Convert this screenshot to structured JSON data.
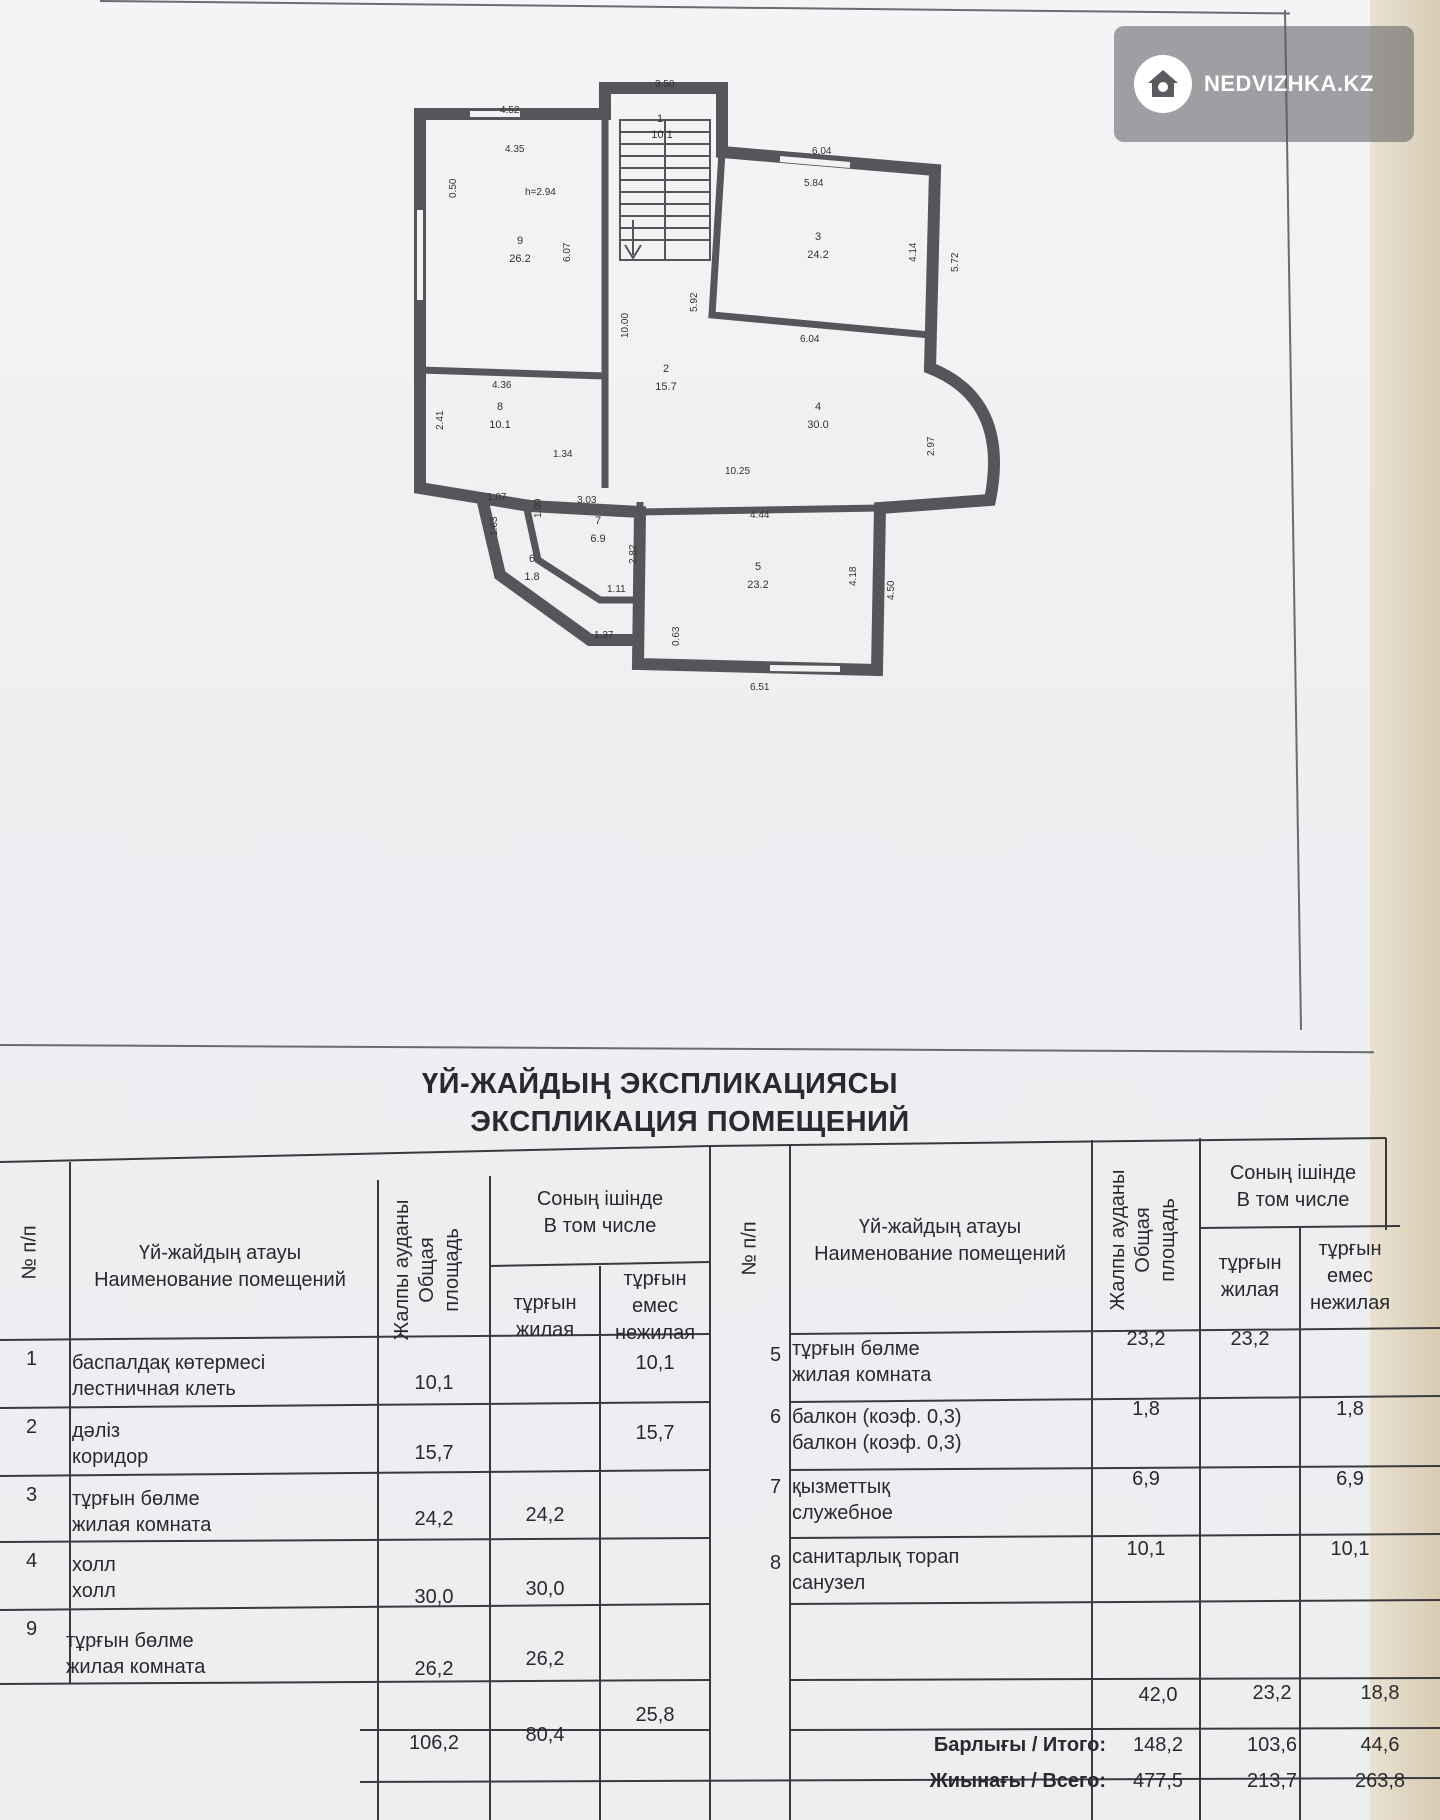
{
  "watermark": {
    "text": "NEDVIZHKA.KZ",
    "icon": "house-icon"
  },
  "plan": {
    "ceiling": "h=2.94",
    "rooms": [
      {
        "no": "1",
        "area": "10.1"
      },
      {
        "no": "2",
        "area": "15.7"
      },
      {
        "no": "3",
        "area": "24.2"
      },
      {
        "no": "4",
        "area": "30.0"
      },
      {
        "no": "5",
        "area": "23.2"
      },
      {
        "no": "6",
        "area": "1.8"
      },
      {
        "no": "7",
        "area": "6.9"
      },
      {
        "no": "8",
        "area": "10.1"
      },
      {
        "no": "9",
        "area": "26.2"
      }
    ],
    "dims": [
      "4.52",
      "3.50",
      "4.35",
      "6.04",
      "5.84",
      "0.50",
      "6.07",
      "4.14",
      "5.72",
      "5.92",
      "10.00",
      "6.04",
      "4.36",
      "2.41",
      "1.34",
      "2.97",
      "10.25",
      "1.07",
      "1.63",
      "1.09",
      "3.03",
      "2.82",
      "4.44",
      "4.18",
      "4.50",
      "1.11",
      "1.37",
      "0.63",
      "6.51"
    ]
  },
  "title_kz": "ҮЙ-ЖАЙДЫҢ ЭКСПЛИКАЦИЯСЫ",
  "title_ru": "ЭКСПЛИКАЦИЯ ПОМЕЩЕНИЙ",
  "headers": {
    "no": "№ п/п",
    "name_kz": "Үй-жайдың атауы",
    "name_ru": "Наименование помещений",
    "area_1": "Жалпы ауданы",
    "area_2": "Общая",
    "area_3": "площадь",
    "incl_kz": "Соның ішінде",
    "incl_ru": "В том числе",
    "liv_kz": "тұрғын",
    "liv_ru": "жилая",
    "nliv_kz1": "тұрғын",
    "nliv_kz2": "емес",
    "nliv_ru": "нежилая"
  },
  "left_rows": [
    {
      "no": "1",
      "kz": "баспалдақ көтермесі",
      "ru": "лестничная клеть",
      "total": "10,1",
      "living": "",
      "nonliving": "10,1"
    },
    {
      "no": "2",
      "kz": "дәліз",
      "ru": "коридор",
      "total": "15,7",
      "living": "",
      "nonliving": "15,7"
    },
    {
      "no": "3",
      "kz": "тұрғын бөлме",
      "ru": "жилая комната",
      "total": "24,2",
      "living": "24,2",
      "nonliving": ""
    },
    {
      "no": "4",
      "kz": "холл",
      "ru": "холл",
      "total": "30,0",
      "living": "30,0",
      "nonliving": ""
    },
    {
      "no": "9",
      "kz": "тұрғын бөлме",
      "ru": "жилая комната",
      "total": "26,2",
      "living": "26,2",
      "nonliving": ""
    }
  ],
  "left_sum": {
    "total": "106,2",
    "living": "80,4",
    "nonliving": "25,8"
  },
  "right_rows": [
    {
      "no": "5",
      "kz": "тұрғын бөлме",
      "ru": "жилая комната",
      "total": "23,2",
      "living": "23,2",
      "nonliving": ""
    },
    {
      "no": "6",
      "kz": "балкон (коэф. 0,3)",
      "ru": "балкон (коэф. 0,3)",
      "total": "1,8",
      "living": "",
      "nonliving": "1,8"
    },
    {
      "no": "7",
      "kz": "қызметтық",
      "ru": "служебное",
      "total": "6,9",
      "living": "",
      "nonliving": "6,9"
    },
    {
      "no": "8",
      "kz": "санитарлық торап",
      "ru": "санузел",
      "total": "10,1",
      "living": "",
      "nonliving": "10,1"
    }
  ],
  "right_sum": {
    "total": "42,0",
    "living": "23,2",
    "nonliving": "18,8"
  },
  "totals": [
    {
      "label": "Барлығы / Итого:",
      "total": "148,2",
      "living": "103,6",
      "nonliving": "44,6"
    },
    {
      "label": "Жиынағы / Всего:",
      "total": "477,5",
      "living": "213,7",
      "nonliving": "263,8"
    }
  ]
}
